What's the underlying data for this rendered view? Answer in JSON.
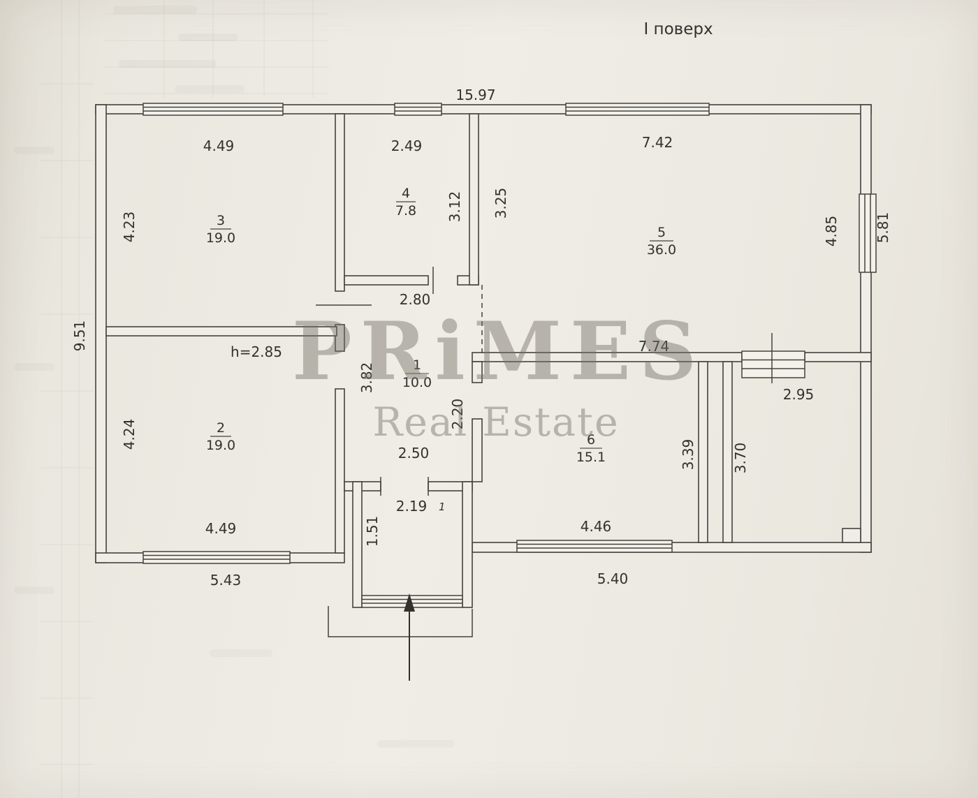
{
  "page": {
    "title": "І поверх",
    "watermark": {
      "line1": "PRiMES",
      "line2": "Real Estate"
    }
  },
  "plan": {
    "ceiling_height": "h=2.85",
    "entry_mark": "1",
    "rooms": {
      "r1": {
        "number": "1",
        "area": "10.0"
      },
      "r2": {
        "number": "2",
        "area": "19.0"
      },
      "r3": {
        "number": "3",
        "area": "19.0"
      },
      "r4": {
        "number": "4",
        "area": "7.8"
      },
      "r5": {
        "number": "5",
        "area": "36.0"
      },
      "r6": {
        "number": "6",
        "area": "15.1"
      }
    },
    "dims": {
      "total_top": "15.97",
      "total_left": "9.51",
      "total_right": "5.81",
      "room3_top": "4.49",
      "room3_left": "4.23",
      "room4_top": "2.49",
      "room4_right": "3.12",
      "room5_left": "3.25",
      "room5_top": "7.42",
      "room5_right": "4.85",
      "hall_top": "2.80",
      "hall_left": "3.82",
      "hall_right": "2.20",
      "hall_bottom": "2.50",
      "room6_top": "7.74",
      "room6_right": "3.39",
      "room6_bottom": "4.46",
      "room7_top": "2.95",
      "room7_left": "3.70",
      "room2_left": "4.24",
      "room2_bottom": "4.49",
      "vestibule_top": "2.19",
      "vestibule_left": "1.51",
      "bottom_left": "5.43",
      "bottom_right": "5.40"
    }
  }
}
